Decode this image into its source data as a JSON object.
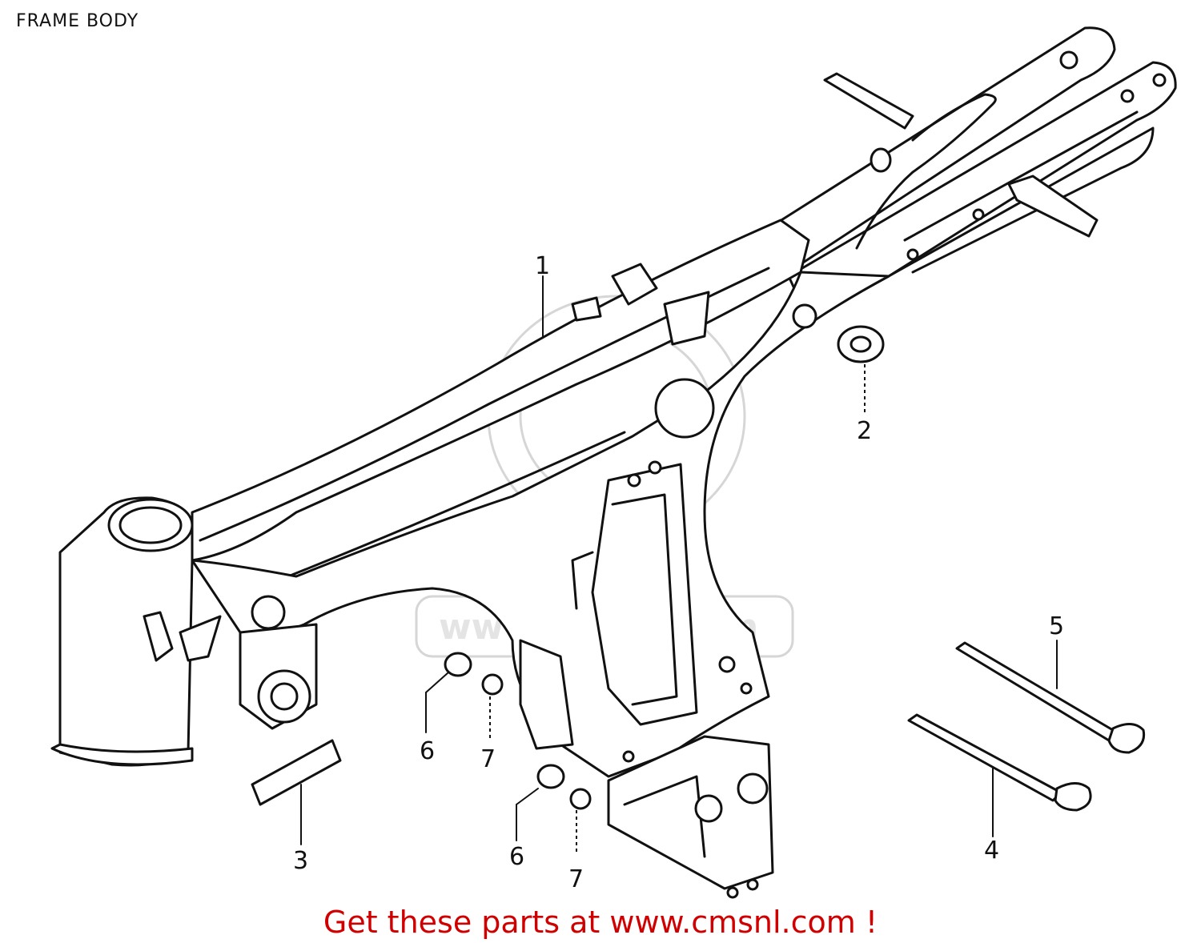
{
  "title": "FRAME BODY",
  "promo_text": "Get these parts at www.cmsnl.com !",
  "watermark_text": "www.cmsnl.com",
  "callouts": [
    {
      "id": "frame",
      "label": "1"
    },
    {
      "id": "grommet",
      "label": "2"
    },
    {
      "id": "label-plate",
      "label": "3"
    },
    {
      "id": "bolt-long",
      "label": "4"
    },
    {
      "id": "bolt-short",
      "label": "5"
    },
    {
      "id": "collar-upper",
      "label": "6"
    },
    {
      "id": "washer-upper",
      "label": "7"
    },
    {
      "id": "collar-lower",
      "label": "6"
    },
    {
      "id": "washer-lower",
      "label": "7"
    }
  ],
  "colors": {
    "line": "#111111",
    "promo": "#d00000",
    "watermark": "#d6d6d6"
  }
}
